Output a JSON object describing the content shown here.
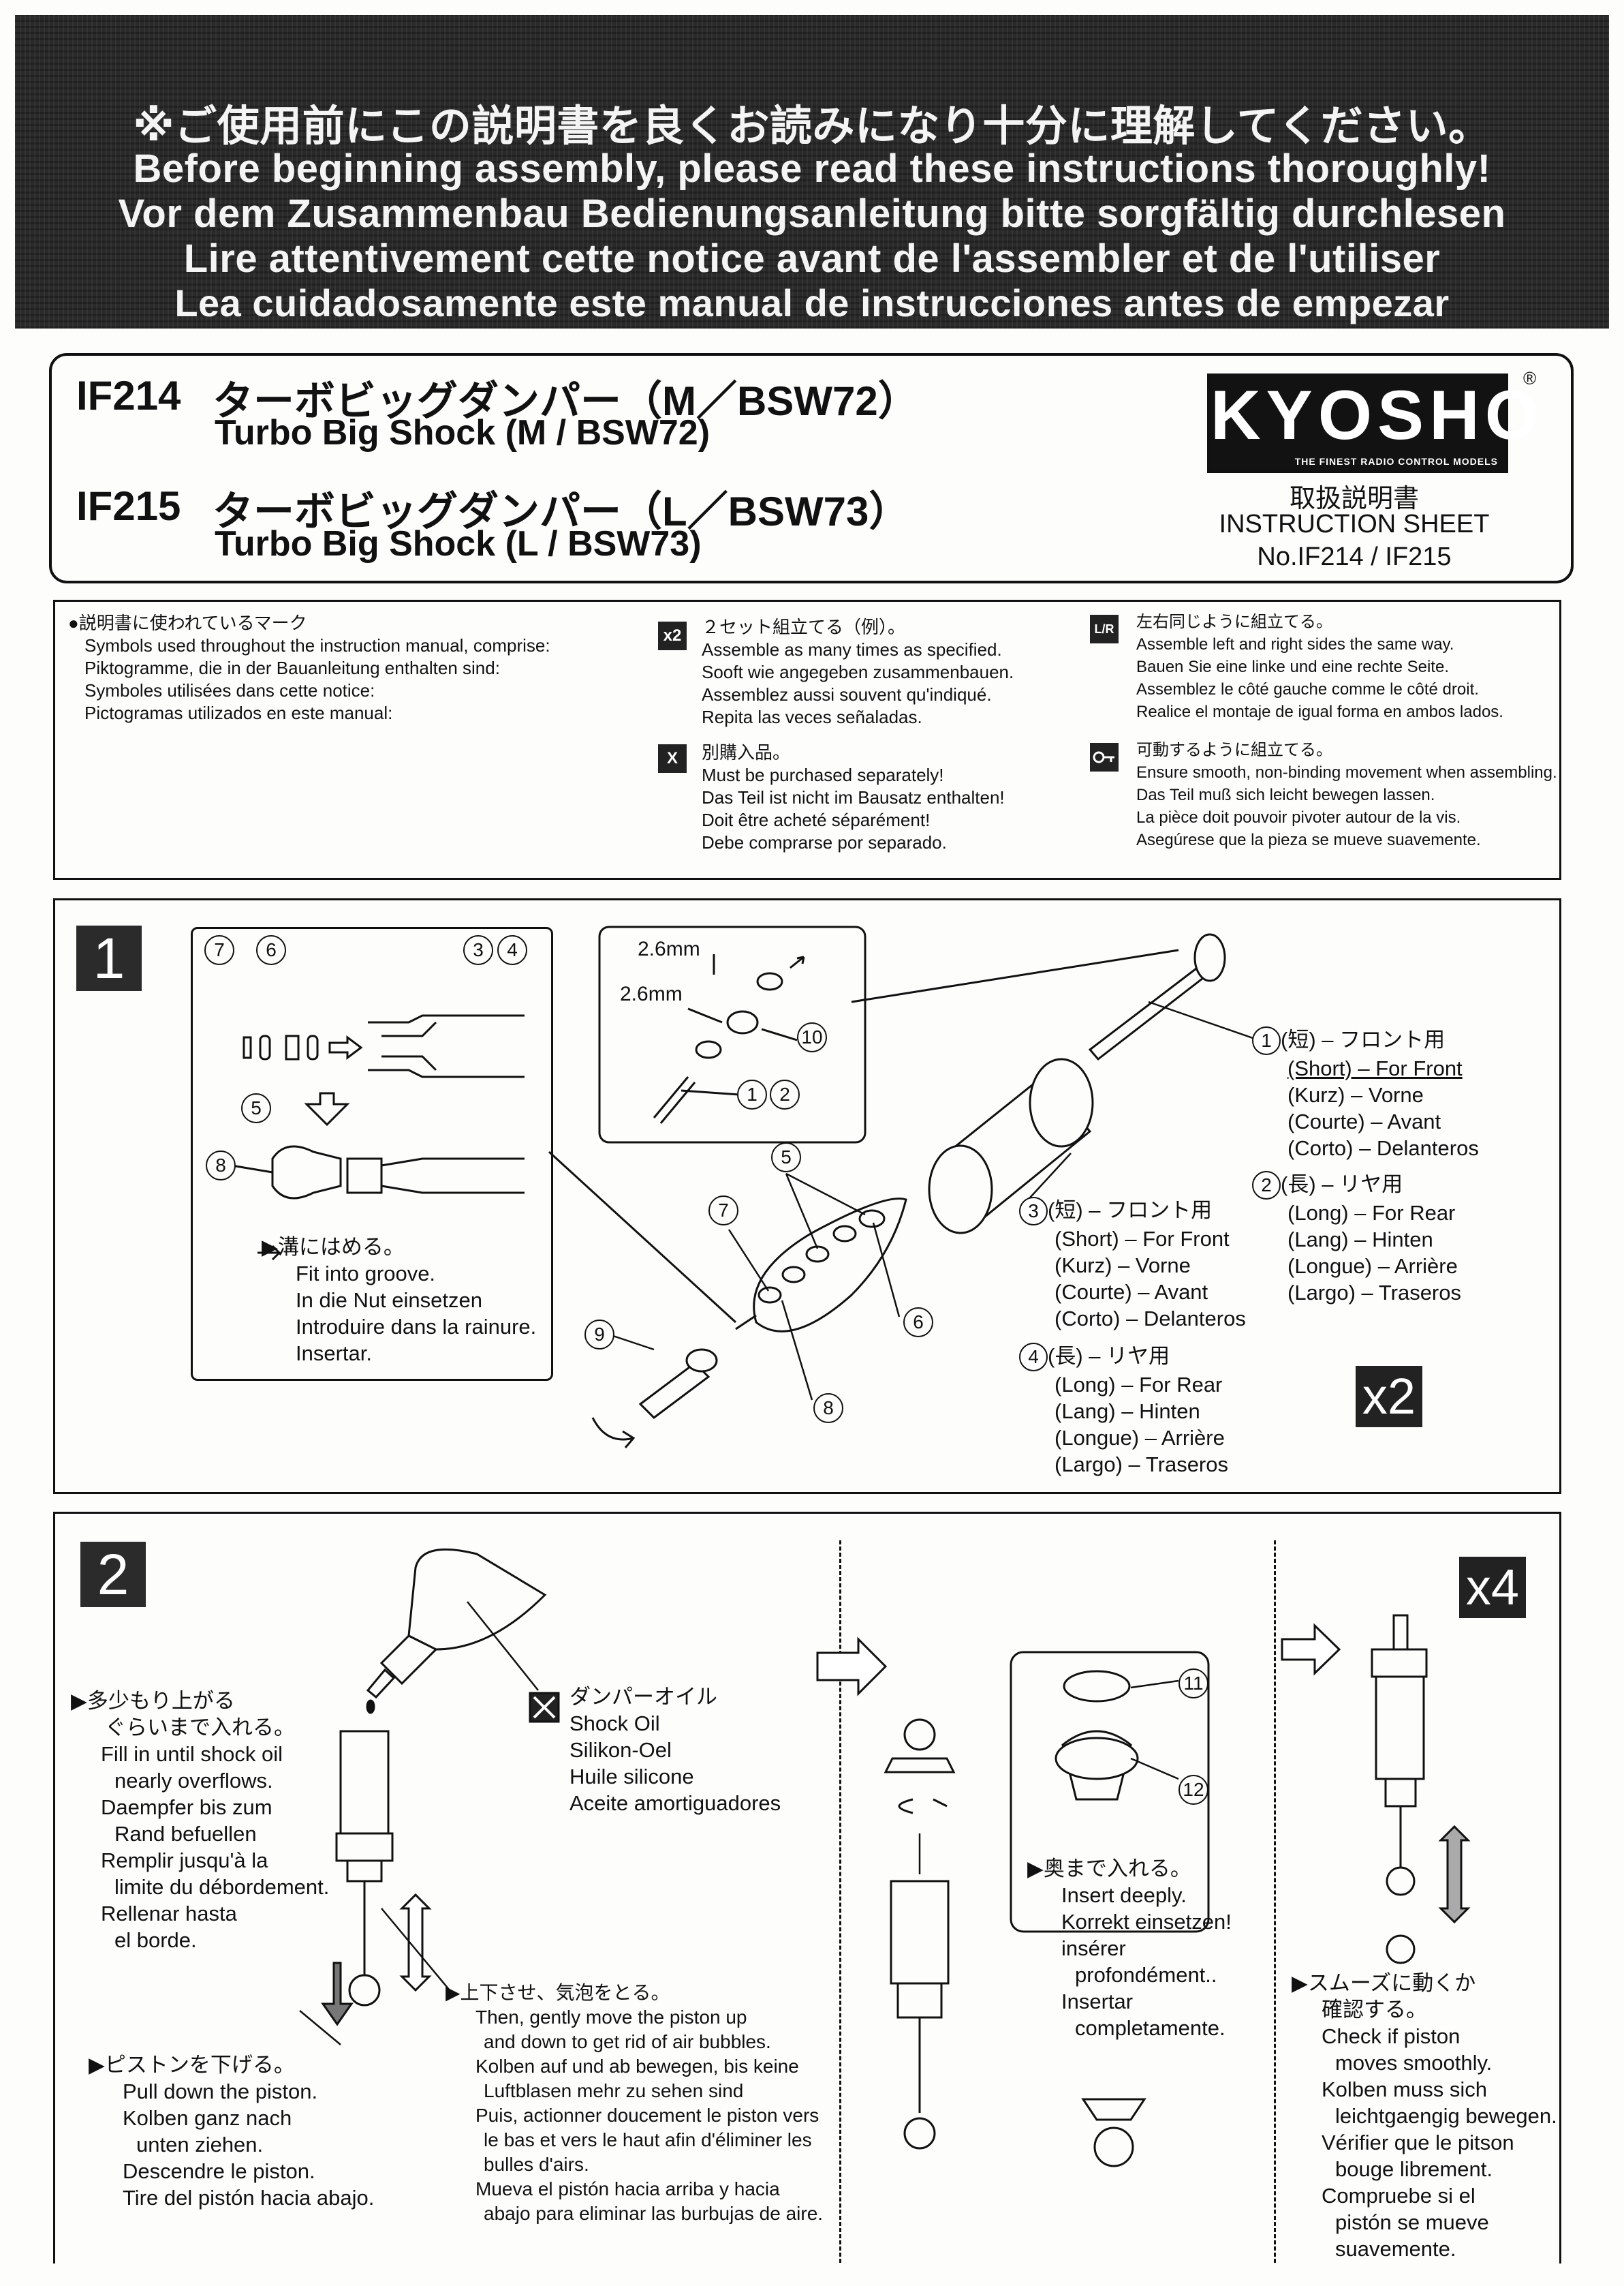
{
  "banner": {
    "jp": "※ご使用前にこの説明書を良くお読みになり十分に理解してください。",
    "en": "Before beginning assembly, please read these instructions thoroughly!",
    "de": "Vor dem Zusammenbau Bedienungsanleitung bitte sorgfältig durchlesen",
    "fr": "Lire attentivement cette notice avant de l'assembler et de l'utiliser",
    "es": "Lea cuidadosamente este manual de instrucciones antes de empezar"
  },
  "title": {
    "code1": "IF214",
    "jp1": "ターボビッグダンパー（M／BSW72）",
    "en1": "Turbo Big Shock (M / BSW72)",
    "code2": "IF215",
    "jp2": "ターボビッグダンパー（L／BSW73）",
    "en2": "Turbo Big Shock (L / BSW73)"
  },
  "logo": {
    "name": "KYOSHO",
    "tagline": "THE FINEST RADIO CONTROL MODELS",
    "reg": "®"
  },
  "sheet": {
    "jp": "取扱説明書",
    "en": "INSTRUCTION SHEET",
    "no": "No.IF214 / IF215"
  },
  "legend": {
    "intro": [
      "●説明書に使われているマーク",
      "Symbols used throughout the instruction manual, comprise:",
      "Piktogramme, die in der Bauanleitung enthalten sind:",
      "Symboles utilisées dans cette notice:",
      "Pictogramas utilizados en este manual:"
    ],
    "x2": {
      "icon": "x2",
      "lines": [
        "２セット組立てる（例）。",
        "Assemble as many times as specified.",
        "Sooft wie angegeben zusammenbauen.",
        "Assemblez aussi souvent qu'indiqué.",
        "Repita las veces señaladas."
      ]
    },
    "sep": {
      "icon": "X",
      "lines": [
        "別購入品。",
        "Must be purchased separately!",
        "Das Teil ist nicht im Bausatz enthalten!",
        "Doit être acheté séparément!",
        "Debe comprarse por separado."
      ]
    },
    "lr": {
      "icon": "L/R",
      "lines": [
        "左右同じように組立てる。",
        "Assemble left and right sides the same way.",
        "Bauen Sie eine linke und eine rechte Seite.",
        "Assemblez le côté gauche comme le côté droit.",
        "Realice el montaje de igual forma en ambos lados."
      ]
    },
    "move": {
      "icon": "key",
      "lines": [
        "可動するように組立てる。",
        "Ensure smooth, non-binding movement when assembling.",
        "Das Teil muß sich leicht bewegen lassen.",
        "La pièce doit pouvoir pivoter autour de la vis.",
        "Asegúrese que la pieza se mueve suavemente."
      ]
    }
  },
  "step1": {
    "num": "1",
    "times": "x2",
    "groove": [
      "溝にはめる。",
      "Fit into groove.",
      "In die Nut einsetzen",
      "Introduire dans la rainure.",
      "Insertar."
    ],
    "dim1": "2.6mm",
    "dim2": "2.6mm",
    "p1": [
      "(短) – フロント用",
      "(Short) – For Front",
      "(Kurz) – Vorne",
      "(Courte) – Avant",
      "(Corto) – Delanteros"
    ],
    "p2": [
      "(長) – リヤ用",
      "(Long) – For Rear",
      "(Lang) – Hinten",
      "(Longue) – Arrière",
      "(Largo) – Traseros"
    ],
    "p3": [
      "(短) – フロント用",
      "(Short) – For Front",
      "(Kurz) – Vorne",
      "(Courte) – Avant",
      "(Corto) – Delanteros"
    ],
    "p4": [
      "(長) – リヤ用",
      "(Long) – For Rear",
      "(Lang) – Hinten",
      "(Longue) – Arrière",
      "(Largo) – Traseros"
    ],
    "labels": {
      "n1": "1",
      "n2": "2",
      "n3": "3",
      "n4": "4",
      "n5": "5",
      "n6": "6",
      "n7": "7",
      "n8": "8",
      "n9": "9",
      "n10": "10"
    }
  },
  "step2": {
    "num": "2",
    "times": "x4",
    "fill": [
      "多少もり上がる",
      "ぐらいまで入れる。",
      "Fill in until shock oil",
      "nearly overflows.",
      "Daempfer bis zum",
      "Rand befuellen",
      "Remplir jusqu'à la",
      "limite du débordement.",
      "Rellenar hasta",
      "el borde."
    ],
    "oil": [
      "ダンパーオイル",
      "Shock Oil",
      "Silikon-Oel",
      "Huile silicone",
      "Aceite amortiguadores"
    ],
    "pull": [
      "ピストンを下げる。",
      "Pull down the piston.",
      "Kolben ganz nach",
      "unten ziehen.",
      "Descendre le piston.",
      "Tire del pistón hacia abajo."
    ],
    "move": [
      "上下させ、気泡をとる。",
      "Then, gently move the piston up",
      "and down to get rid of air bubbles.",
      "Kolben auf und ab bewegen, bis keine",
      "Luftblasen mehr zu sehen sind",
      "Puis, actionner doucement le piston vers",
      "le bas et vers le haut afin d'éliminer les",
      "bulles d'airs.",
      "Mueva el pistón hacia arriba y hacia",
      "abajo para eliminar las burbujas de aire."
    ],
    "insert": [
      "奥まで入れる。",
      "Insert deeply.",
      "Korrekt einsetzen!",
      "insérer",
      "profondément..",
      "Insertar",
      "completamente."
    ],
    "check": [
      "スムーズに動くか",
      "確認する。",
      "Check if piston",
      "moves smoothly.",
      "Kolben muss sich",
      "leichtgaengig bewegen.",
      "Vérifier que le pitson",
      "bouge librement.",
      "Compruebe si el",
      "pistón se mueve",
      "suavemente."
    ],
    "labels": {
      "n11": "11",
      "n12": "12"
    }
  }
}
